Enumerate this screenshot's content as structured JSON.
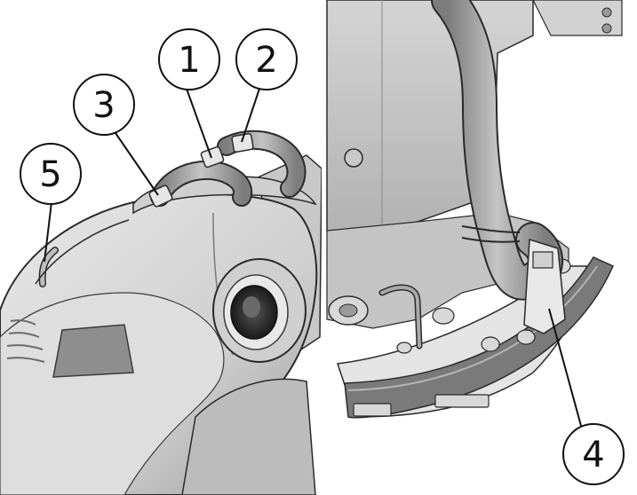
{
  "callouts": [
    {
      "label": "1"
    },
    {
      "label": "2"
    },
    {
      "label": "3"
    },
    {
      "label": "4"
    },
    {
      "label": "5"
    }
  ],
  "colors": {
    "machine_light": "#d9d9d9",
    "machine_mid": "#bdbdbd",
    "machine_dark": "#8a8a8a",
    "hose": "#9e9e9e",
    "outline": "#2a2a2a",
    "squeegee_blade": "#7a7a7a"
  }
}
